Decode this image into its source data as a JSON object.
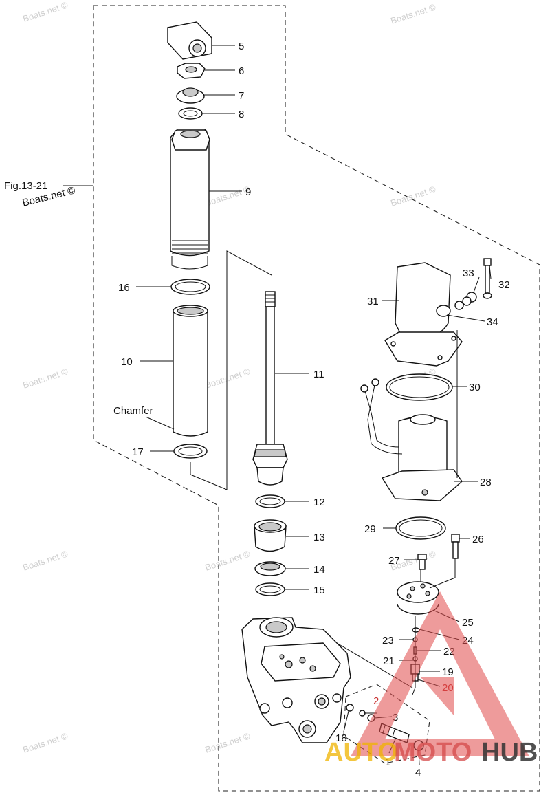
{
  "figure": {
    "reference": "Fig.13-21",
    "watermark": "Boats.net ©",
    "chamfer_label": "Chamfer"
  },
  "parts": [
    {
      "id": "1"
    },
    {
      "id": "2"
    },
    {
      "id": "3"
    },
    {
      "id": "4"
    },
    {
      "id": "5"
    },
    {
      "id": "6"
    },
    {
      "id": "7"
    },
    {
      "id": "8"
    },
    {
      "id": "9"
    },
    {
      "id": "10"
    },
    {
      "id": "11"
    },
    {
      "id": "12"
    },
    {
      "id": "13"
    },
    {
      "id": "14"
    },
    {
      "id": "15"
    },
    {
      "id": "16"
    },
    {
      "id": "17"
    },
    {
      "id": "18"
    },
    {
      "id": "19"
    },
    {
      "id": "20"
    },
    {
      "id": "21"
    },
    {
      "id": "22"
    },
    {
      "id": "23"
    },
    {
      "id": "24"
    },
    {
      "id": "25"
    },
    {
      "id": "26"
    },
    {
      "id": "27"
    },
    {
      "id": "28"
    },
    {
      "id": "29"
    },
    {
      "id": "30"
    },
    {
      "id": "31"
    },
    {
      "id": "32"
    },
    {
      "id": "33"
    },
    {
      "id": "34"
    }
  ],
  "logo": {
    "part_a": "AUTO",
    "part_b": "MOTO",
    "part_c": "HUB",
    "color_a": "#f0b400",
    "color_b": "#d54a4a",
    "color_c": "#333333"
  }
}
